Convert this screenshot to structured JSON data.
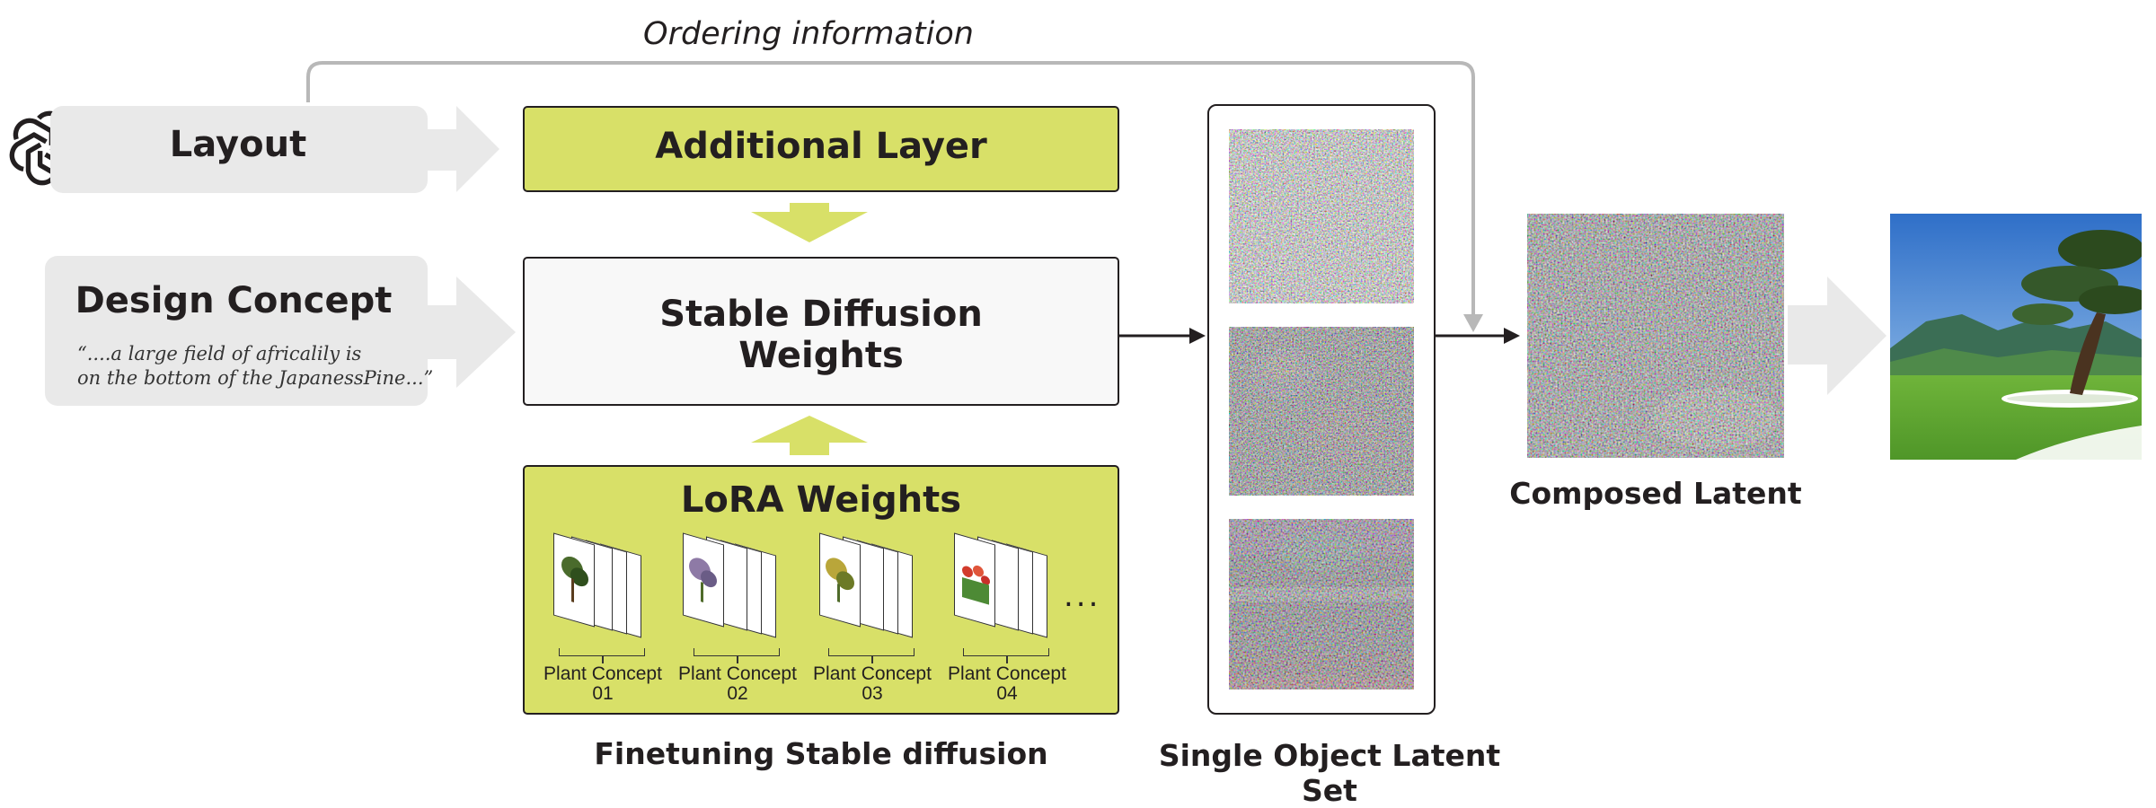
{
  "diagram": {
    "ordering_label": "Ordering information",
    "layout_label": "Layout",
    "design_concept": {
      "title": "Design Concept",
      "quote_line1": "“....a large field of africalily is",
      "quote_line2": "on the bottom of the JapanessPine...”"
    },
    "additional_layer": "Additional Layer",
    "stable_diffusion": {
      "line1": "Stable Diffusion",
      "line2": "Weights"
    },
    "lora": {
      "title": "LoRA Weights",
      "ellipsis": "...",
      "concepts": [
        {
          "line1": "Plant Concept",
          "line2": "01"
        },
        {
          "line1": "Plant Concept",
          "line2": "02"
        },
        {
          "line1": "Plant Concept",
          "line2": "03"
        },
        {
          "line1": "Plant Concept",
          "line2": "04"
        }
      ]
    },
    "finetuning_label": "Finetuning Stable diffusion",
    "latent_set_label": "Single Object Latent Set",
    "composed_latent_label": "Composed Latent",
    "colors": {
      "green": "#d8e068",
      "gray": "#e9e9e9",
      "arrow_gray": "#b8b8b8",
      "dark": "#231f20"
    },
    "icons": {
      "logo": "openai-logo-icon"
    }
  }
}
